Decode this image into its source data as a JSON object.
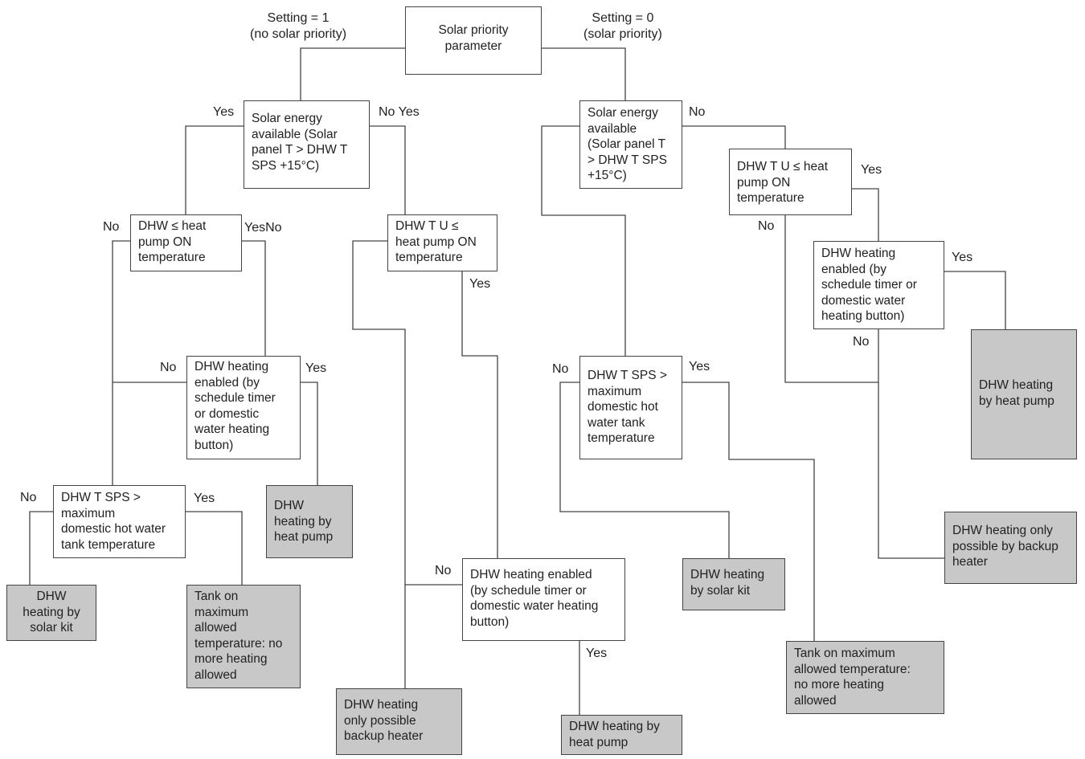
{
  "nodes": {
    "root": "Solar priority\nparameter",
    "sol_left": "Solar energy\navailable (Solar\npanel T > DHW T\nSPS +15°C)",
    "sol_right": "Solar energy\navailable\n(Solar panel T\n> DHW T SPS\n+15°C)",
    "dhw_le_left": "DHW ≤ heat\npump ON\ntemperature",
    "dhwtu_mid": "DHW T U ≤\nheat pump ON\ntemperature",
    "dhwtu_right": "DHW T U ≤ heat\npump ON\ntemperature",
    "enabled_left": "DHW heating\nenabled (by\nschedule timer\nor domestic\nwater heating\nbutton)",
    "enabled_mid": "DHW heating enabled\n(by schedule timer or\ndomestic water heating\nbutton)",
    "enabled_right": "DHW heating\nenabled (by\nschedule timer or\ndomestic water\nheating button)",
    "sps_left": "DHW T SPS >\nmaximum\ndomestic hot water\ntank temperature",
    "sps_right": "DHW T SPS >\nmaximum\ndomestic hot\nwater tank\ntemperature",
    "t_solar_left": "DHW\nheating by\nsolar kit",
    "t_tank_left": "Tank on\nmaximum\nallowed\ntemperature: no\nmore heating\nallowed",
    "t_hp_left": "DHW\nheating by\nheat pump",
    "t_backup_mid": "DHW heating\nonly possible\nbackup heater",
    "t_hp_mid": "DHW heating by\nheat pump",
    "t_solar_right": "DHW heating\nby solar kit",
    "t_tank_right": "Tank on maximum\nallowed temperature:\nno more heating\nallowed",
    "t_backup_right": "DHW heating only\npossible by backup\nheater",
    "t_hp_right": "DHW heating\nby heat pump"
  },
  "labels": {
    "setting1": "Setting = 1\n(no solar priority)",
    "setting0": "Setting = 0\n(solar priority)",
    "yes": "Yes",
    "no": "No",
    "no_yes": "No Yes",
    "yes_no": "YesNo"
  }
}
